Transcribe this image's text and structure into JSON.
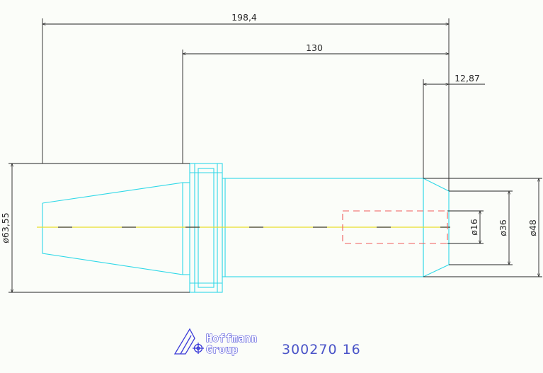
{
  "drawing": {
    "dimensions": {
      "overall_length": "198,4",
      "shank_length": "130",
      "tip_length": "12,87",
      "flange_diameter": "ø63,55",
      "bore_diameter": "ø16",
      "tip_diameter": "ø36",
      "body_diameter": "ø48"
    },
    "brand": {
      "line1": "Hoffmann",
      "line2": "Group"
    },
    "article_number": "300270 16"
  },
  "colors": {
    "part_outline": "#2fd8e8",
    "dimension_line": "#222222",
    "centerline": "#e8e02a",
    "hidden_bore": "#f05a5a",
    "logo": "#3a3ad8",
    "article_text": "#4a54c8",
    "background": "#fbfdf9"
  }
}
